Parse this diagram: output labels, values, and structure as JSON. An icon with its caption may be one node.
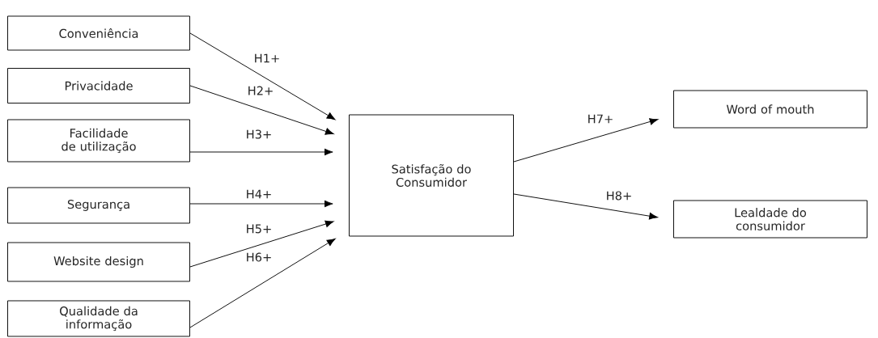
{
  "diagram": {
    "nodes": [
      {
        "text": [
          "Conveniência"
        ]
      },
      {
        "text": [
          "Privacidade"
        ]
      },
      {
        "text": [
          "Facilidade de utilização"
        ]
      },
      {
        "text": [
          "Segurança"
        ]
      },
      {
        "text": [
          "Website design"
        ]
      },
      {
        "text": [
          "Qualidade da informação"
        ]
      },
      {
        "text": [
          "Satisfação do Consumidor"
        ]
      },
      {
        "text": [
          "Word of mouth"
        ]
      },
      {
        "text": [
          "Lealdade do consumidor"
        ]
      }
    ],
    "edges": [
      {
        "from": 0,
        "to": 6,
        "arrow": "to",
        "label": "H1+"
      },
      {
        "from": 1,
        "to": 6,
        "arrow": "to",
        "label": "H2+"
      },
      {
        "from": 2,
        "to": 6,
        "arrow": "to",
        "label": "H3+"
      },
      {
        "from": 3,
        "to": 6,
        "arrow": "to",
        "label": "H4+"
      },
      {
        "from": 4,
        "to": 6,
        "arrow": "to",
        "label": "H5+"
      },
      {
        "from": 5,
        "to": 6,
        "arrow": "to",
        "label": "H6+"
      },
      {
        "from": 6,
        "to": 7,
        "arrow": "to",
        "label": "H7+"
      },
      {
        "from": 6,
        "to": 8,
        "arrow": "to",
        "label": "H8+"
      }
    ]
  }
}
